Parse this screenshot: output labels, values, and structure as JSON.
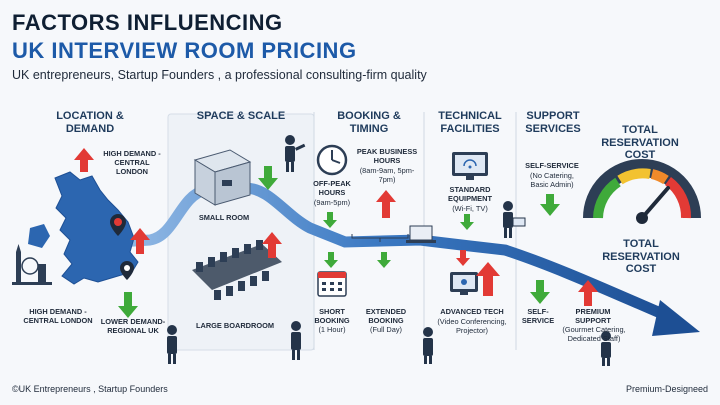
{
  "title": {
    "line1": "FACTORS INFLUENCING",
    "line2": "UK INTERVIEW ROOM PRICING",
    "subtitle": "UK entrepreneurs, Startup Founders , a professional consulting-firm quality"
  },
  "sections": {
    "location": {
      "header": "LOCATION & DEMAND",
      "high_top": "HIGH DEMAND - CENTRAL LONDON",
      "high_bottom": "HIGH DEMAND - CENTRAL LONDON",
      "low": "LOWER DEMAND- REGIONAL UK"
    },
    "space": {
      "header": "SPACE & SCALE",
      "small": "SMALL ROOM",
      "large": "LARGE BOARDROOM"
    },
    "booking": {
      "header": "BOOKING & TIMING",
      "peak_title": "PEAK BUSINESS HOURS",
      "peak_sub": "(8am-9am, 5pm-7pm)",
      "offpeak_title": "OFF-PEAK HOURS",
      "offpeak_sub": "(9am-5pm)",
      "short_title": "SHORT BOOKING",
      "short_sub": "(1 Hour)",
      "extended_title": "EXTENDED BOOKING",
      "extended_sub": "(Full Day)"
    },
    "technical": {
      "header": "TECHNICAL FACILITIES",
      "standard_title": "STANDARD EQUIPMENT",
      "standard_sub": "(Wi-Fi, TV)",
      "advanced_title": "ADVANCED TECH",
      "advanced_sub": "(Video Conferencing, Projector)"
    },
    "support": {
      "header": "SUPPORT SERVICES",
      "self_top_title": "SELF-SERVICE",
      "self_top_sub": "(No Catering, Basic Admin)",
      "self_bottom": "SELF- SERVICE",
      "premium_title": "PREMIUM SUPPORT",
      "premium_sub": "(Gourmet Catering, Dedicated Staff)"
    },
    "total": {
      "header_top": "TOTAL RESERVATION COST",
      "header_bottom": "TOTAL RESERVATION COST"
    }
  },
  "footer": {
    "left": "©UK Entrepreneurs , Startup Founders",
    "right": "Premium-Designeed"
  },
  "colors": {
    "up_arrow": "#e23a35",
    "down_arrow": "#3faa3a",
    "path": "#2f6cb6",
    "header": "#1f3b5c",
    "accent_blue": "#1d5aa8"
  },
  "icons": [
    "uk-map-icon",
    "big-ben-icon",
    "location-pin-icon",
    "clock-icon",
    "calendar-icon",
    "monitor-icon",
    "gauge-icon",
    "businessperson-icon"
  ]
}
